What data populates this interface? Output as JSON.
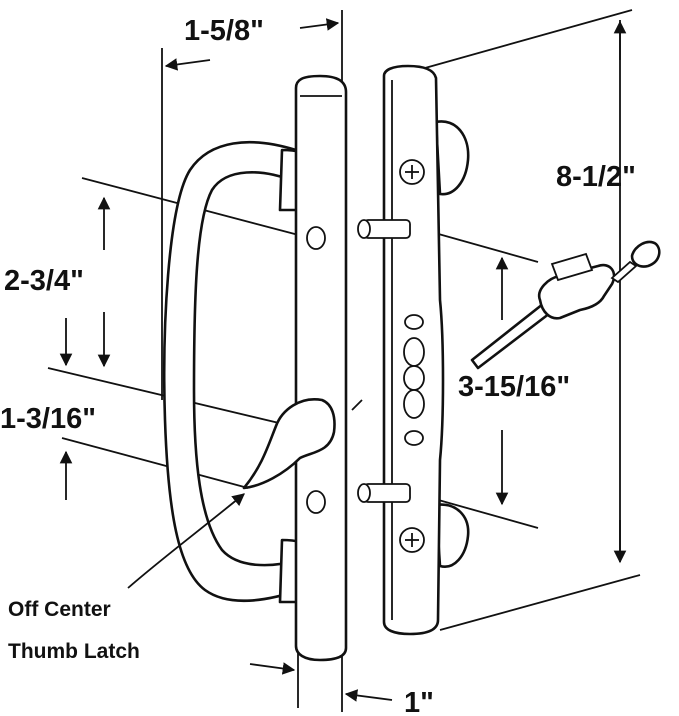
{
  "diagram": {
    "dimensions": {
      "width_top": "1-5/8\"",
      "height_total": "8-1/2\"",
      "upper_offset": "2-3/4\"",
      "latch_offset": "1-3/16\"",
      "screw_spacing": "3-15/16\"",
      "thickness": "1\""
    },
    "callout": {
      "line1": "Off Center",
      "line2": "Thumb Latch"
    },
    "colors": {
      "ink": "#111111",
      "background": "#ffffff"
    }
  }
}
